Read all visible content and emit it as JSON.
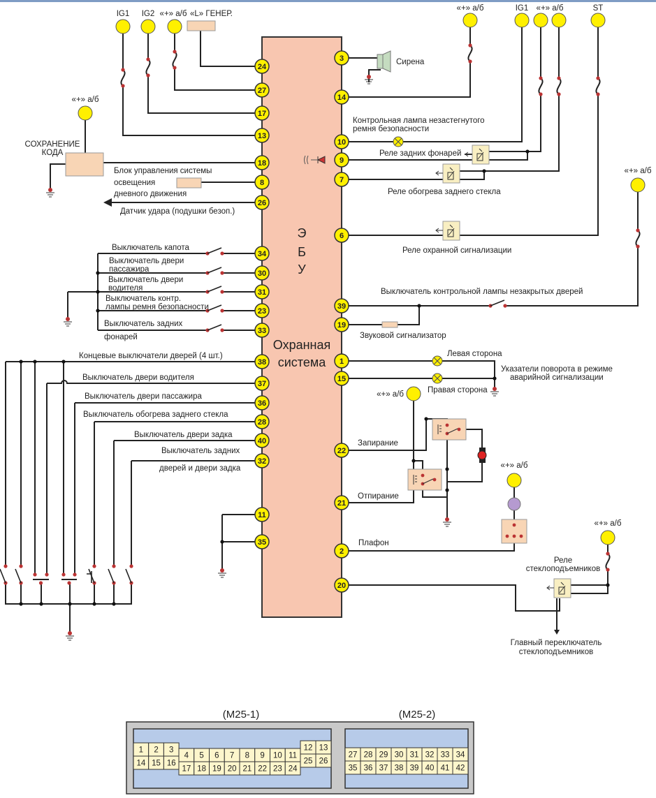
{
  "ecu": {
    "label_vertical": [
      "Э",
      "Б",
      "У"
    ],
    "label_line1": "Охранная",
    "label_line2": "система",
    "left_pins": [
      "24",
      "27",
      "17",
      "13",
      "18",
      "8",
      "26",
      "34",
      "30",
      "31",
      "23",
      "33",
      "38",
      "37",
      "36",
      "28",
      "40",
      "32",
      "11",
      "35"
    ],
    "right_pins": [
      "3",
      "14",
      "10",
      "9",
      "7",
      "6",
      "39",
      "19",
      "1",
      "15",
      "22",
      "21",
      "2",
      "20"
    ]
  },
  "power": {
    "ig1": "IG1",
    "ig2": "IG2",
    "battery": "«+» а/б",
    "generator": "«L» ГЕНЕР.",
    "st": "ST"
  },
  "labels": {
    "code_save_1": "СОХРАНЕНИЕ",
    "code_save_2": "КОДА",
    "drl_1": "Блок управления системы",
    "drl_2": "освещения",
    "drl_3": "дневного движения",
    "crash_sensor": "Датчик удара (подушки безоп.)",
    "hood_switch": "Выключатель капота",
    "pass_door_1": "Выключатель двери",
    "pass_door_2": "пассажира",
    "driver_door_1": "Выключатель двери",
    "driver_door_2": "водителя",
    "belt_switch_1": "Выключатель контр.",
    "belt_switch_2": "лампы ремня безопасности",
    "rear_lights_1": "Выключатель задних",
    "rear_lights_2": "фонарей",
    "door_limit": "Концевые выключатели дверей (4 шт.)",
    "driver_door_sw": "Выключатель двери водителя",
    "pass_door_sw": "Выключатель двери пассажира",
    "rear_defrost_sw": "Выключатель обогрева заднего стекла",
    "tailgate_sw": "Выключатель двери задка",
    "rear_doors_1": "Выключатель задних",
    "rear_doors_2": "дверей и двери задка",
    "siren": "Сирена",
    "belt_lamp_1": "Контрольная лампа незастегнутого",
    "belt_lamp_2": "ремня безопасности",
    "tail_relay": "Реле задних фонарей",
    "defrost_relay": "Реле обогрева заднего стекла",
    "alarm_relay": "Реле охранной сигнализации",
    "door_lamp_switch": "Выключатель контрольной лампы незакрытых дверей",
    "buzzer": "Звуковой сигнализатор",
    "left_side": "Левая сторона",
    "right_side": "Правая сторона",
    "hazard_1": "Указатели поворота в режиме",
    "hazard_2": "аварийной сигнализации",
    "lock": "Запирание",
    "unlock": "Отпирание",
    "dome": "Плафон",
    "window_relay_1": "Реле",
    "window_relay_2": "стеклоподъемников",
    "window_main_1": "Главный переключатель",
    "window_main_2": "стеклоподъемников"
  },
  "connectors": {
    "m25_1": {
      "title": "(M25-1)",
      "left_top": [
        "1",
        "2",
        "3"
      ],
      "left_bottom": [
        "14",
        "15",
        "16"
      ],
      "mid_top": [
        "4",
        "5",
        "6",
        "7",
        "8",
        "9",
        "10",
        "11"
      ],
      "mid_bottom": [
        "17",
        "18",
        "19",
        "20",
        "21",
        "22",
        "23",
        "24"
      ],
      "right_top": [
        "12",
        "13"
      ],
      "right_bottom": [
        "25",
        "26"
      ]
    },
    "m25_2": {
      "title": "(M25-2)",
      "top": [
        "27",
        "28",
        "29",
        "30",
        "31",
        "32",
        "33",
        "34"
      ],
      "bottom": [
        "35",
        "36",
        "37",
        "38",
        "39",
        "40",
        "41",
        "42"
      ]
    }
  },
  "colors": {
    "ecu_fill": "#f8c6b0",
    "pin_fill": "#fff000",
    "connector_body": "#c9c9c9",
    "connector_face": "#b7cbe9",
    "connector_cell": "#fdf6cc"
  }
}
